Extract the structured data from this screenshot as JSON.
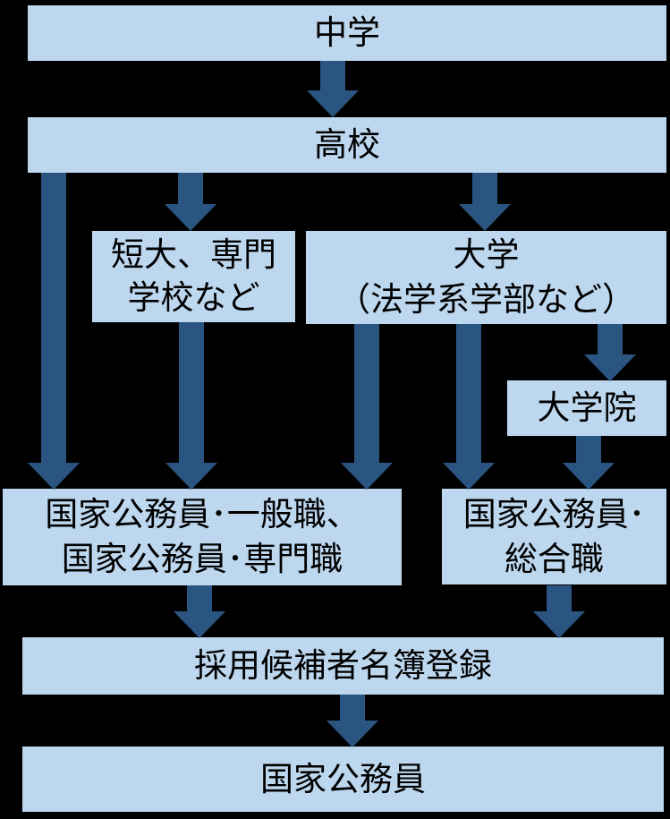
{
  "colors": {
    "background": "#000000",
    "box_fill": "#BDD7EE",
    "arrow": "#2A5581",
    "text": "#000000"
  },
  "diagram": {
    "type": "flowchart",
    "boxes": {
      "junior_high": {
        "label": "中学"
      },
      "high_school": {
        "label": "高校"
      },
      "tandai": {
        "line1": "短大、専門",
        "line2": "学校など"
      },
      "university": {
        "line1": "大学",
        "line2": "（法学系学部など）"
      },
      "grad_school": {
        "label": "大学院"
      },
      "general_service": {
        "line1": "国家公務員･一般職、",
        "line2": "国家公務員･専門職"
      },
      "comprehensive_service": {
        "line1": "国家公務員･",
        "line2": "総合職"
      },
      "candidate_register": {
        "label": "採用候補者名簿登録"
      },
      "civil_servant": {
        "label": "国家公務員"
      }
    },
    "edges": [
      {
        "from": "中学",
        "to": "高校"
      },
      {
        "from": "高校",
        "to": "国家公務員･一般職、国家公務員･専門職"
      },
      {
        "from": "高校",
        "to": "短大、専門学校など"
      },
      {
        "from": "高校",
        "to": "大学（法学系学部など）"
      },
      {
        "from": "短大、専門学校など",
        "to": "国家公務員･一般職、国家公務員･専門職"
      },
      {
        "from": "大学（法学系学部など）",
        "to": "国家公務員･一般職、国家公務員･専門職"
      },
      {
        "from": "大学（法学系学部など）",
        "to": "国家公務員･総合職"
      },
      {
        "from": "大学（法学系学部など）",
        "to": "大学院"
      },
      {
        "from": "大学院",
        "to": "国家公務員･総合職"
      },
      {
        "from": "国家公務員･一般職、国家公務員･専門職",
        "to": "採用候補者名簿登録"
      },
      {
        "from": "国家公務員･総合職",
        "to": "採用候補者名簿登録"
      },
      {
        "from": "採用候補者名簿登録",
        "to": "国家公務員"
      }
    ]
  }
}
